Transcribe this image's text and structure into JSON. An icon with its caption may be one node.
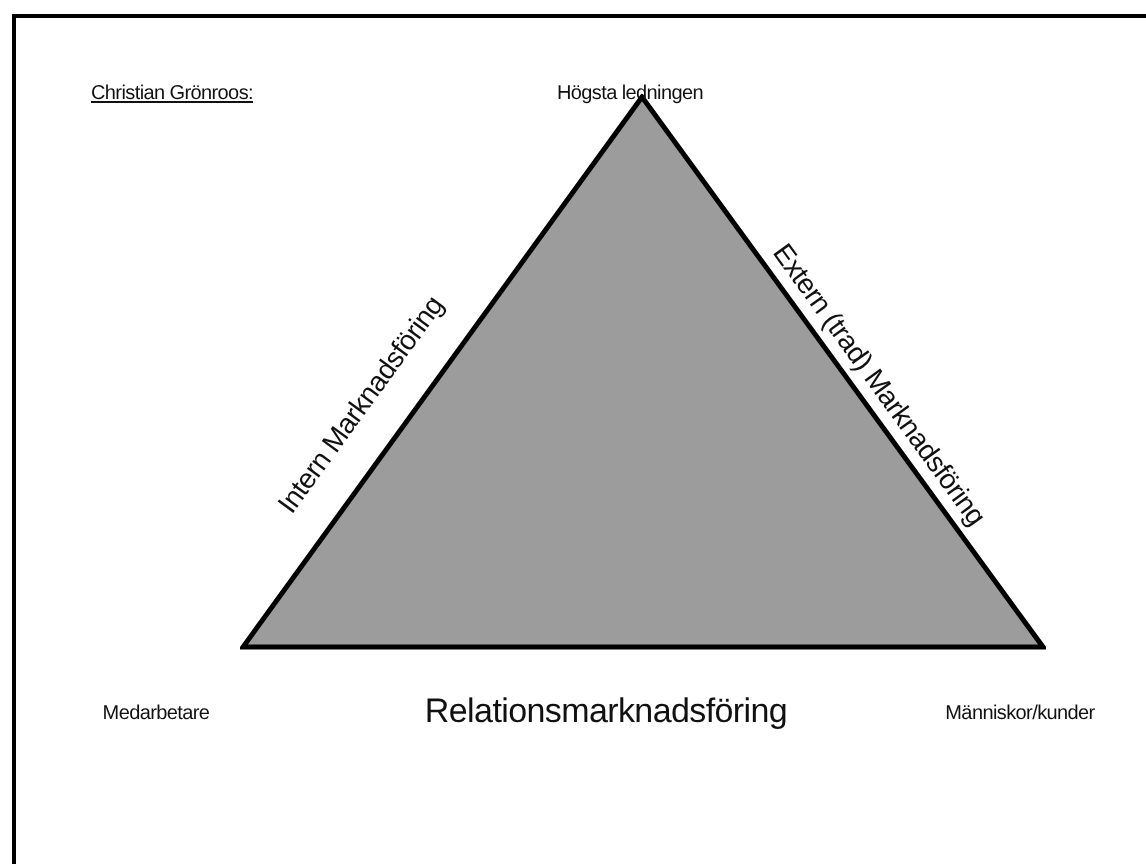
{
  "diagram": {
    "nodes": [
      {
        "text": [],
        "shape": "triangle"
      }
    ],
    "labels": [
      "Christian Grönroos:",
      "Högsta ledningen",
      "Intern Marknadsföring",
      "Extern (trad) Marknadsföring",
      "Medarbetare",
      "Relationsmarknadsföring",
      "Människor/kunder"
    ]
  }
}
